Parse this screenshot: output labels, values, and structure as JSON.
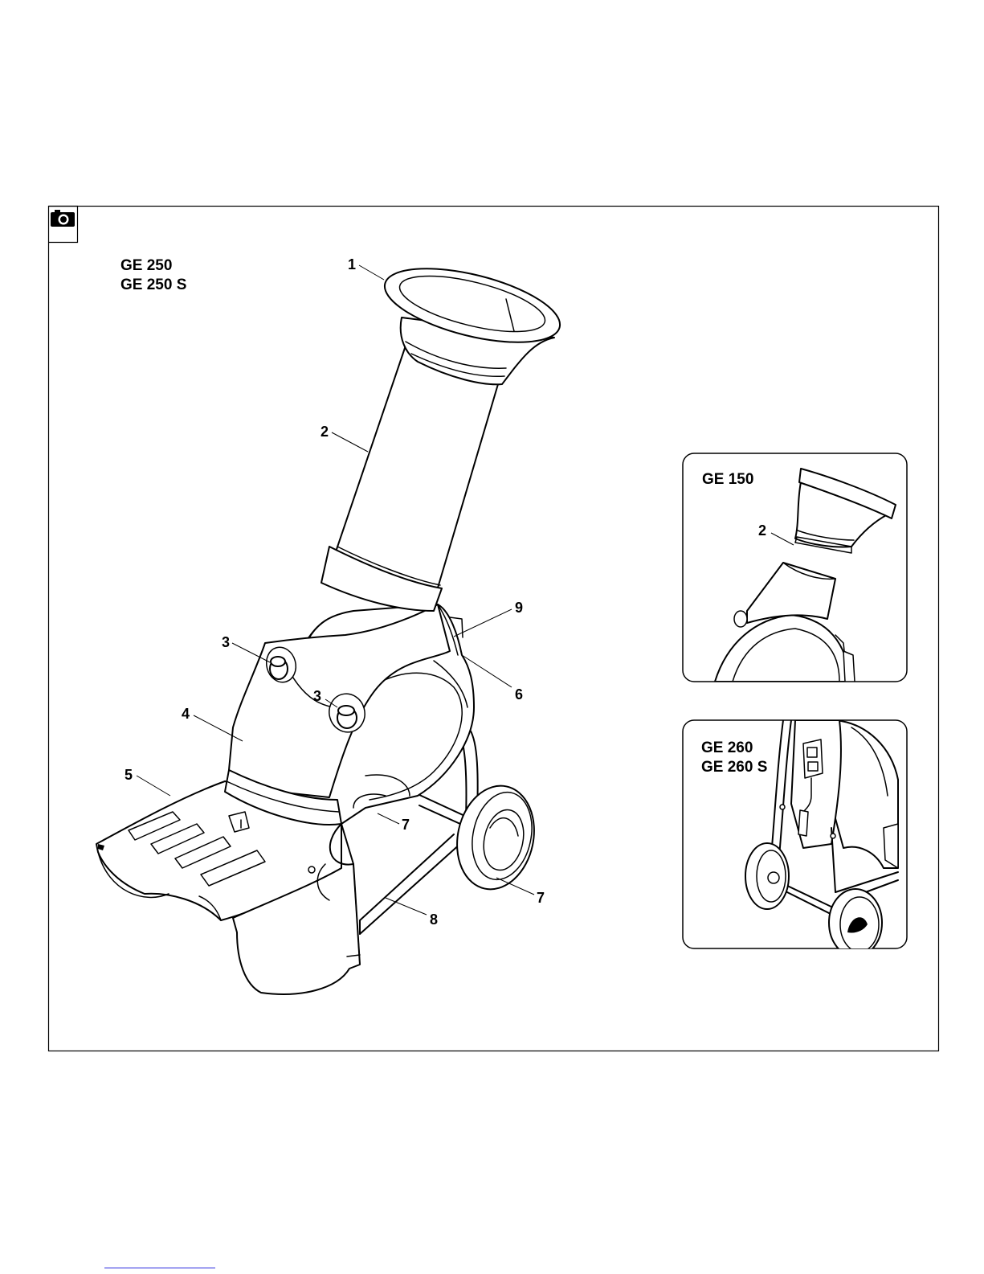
{
  "main": {
    "model_label": [
      "GE 250",
      "GE 250 S"
    ],
    "callouts": [
      "1",
      "2",
      "3",
      "3",
      "4",
      "5",
      "6",
      "7",
      "7",
      "8",
      "9"
    ]
  },
  "inset_ge150": {
    "model_label": [
      "GE 150"
    ],
    "callouts": [
      "2"
    ]
  },
  "inset_ge260": {
    "model_label": [
      "GE 260",
      "GE 260 S"
    ]
  },
  "camera_icon": "camera-icon"
}
